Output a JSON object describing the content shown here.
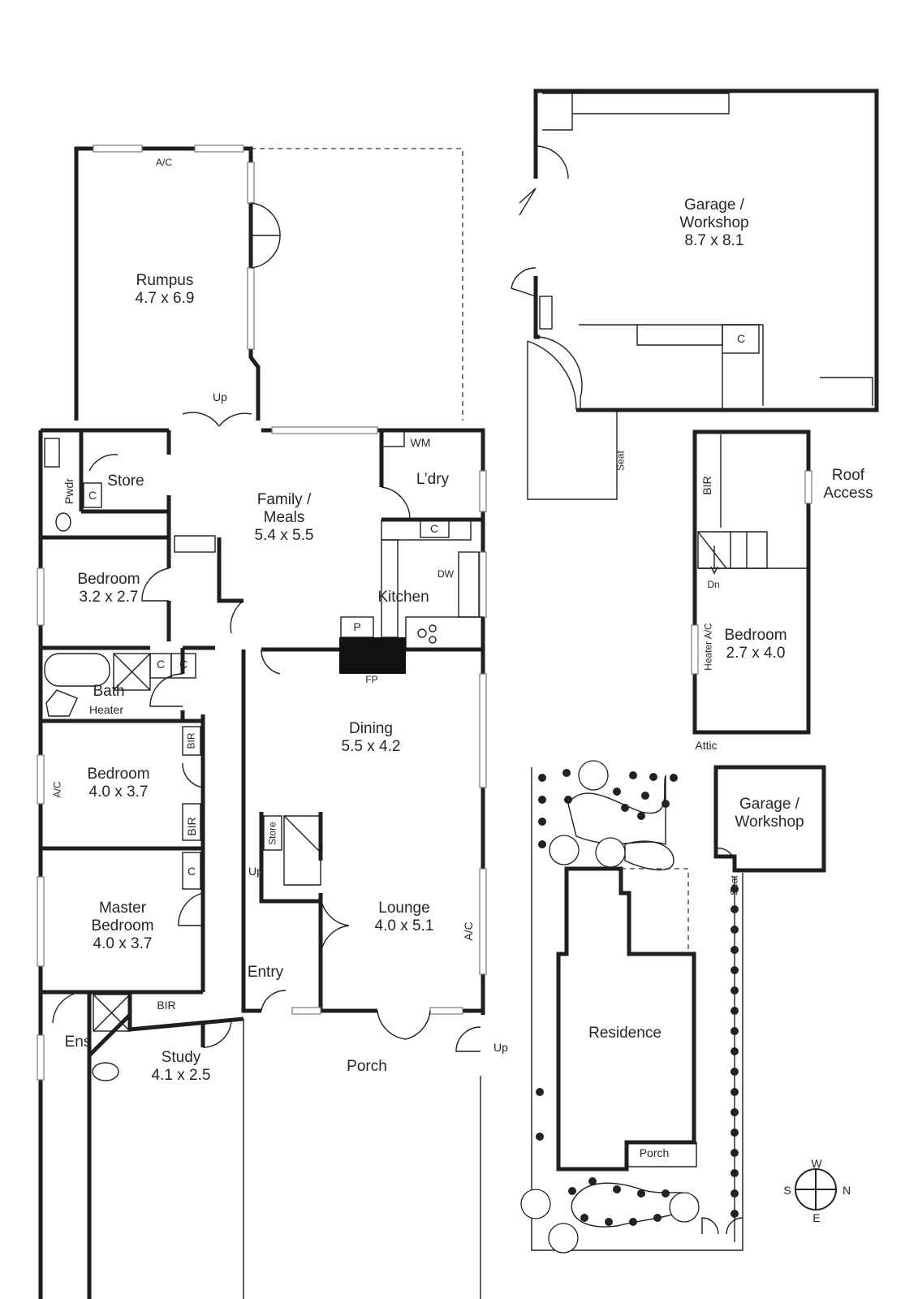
{
  "rooms": {
    "rumpus": {
      "name": "Rumpus",
      "size": "4.7 x 6.9"
    },
    "garage": {
      "name": "Garage /\nWorkshop",
      "size": "8.7 x 8.1"
    },
    "family": {
      "name": "Family /\nMeals",
      "size": "5.4 x 5.5"
    },
    "store": {
      "name": "Store"
    },
    "pwdr": {
      "name": "Pwdr"
    },
    "laundry": {
      "name": "L’dry"
    },
    "wm": {
      "name": "WM"
    },
    "kitchen": {
      "name": "Kitchen"
    },
    "dw": {
      "name": "DW"
    },
    "bedroom1": {
      "name": "Bedroom",
      "size": "3.2 x 2.7"
    },
    "bath": {
      "name": "Bath"
    },
    "heater": {
      "name": "Heater"
    },
    "dining": {
      "name": "Dining",
      "size": "5.5 x 4.2"
    },
    "fp": {
      "name": "FP"
    },
    "pantry": {
      "name": "P"
    },
    "bedroom2": {
      "name": "Bedroom",
      "size": "4.0 x 3.7"
    },
    "master": {
      "name": "Master\nBedroom",
      "size": "4.0 x 3.7"
    },
    "lounge": {
      "name": "Lounge",
      "size": "4.0 x 5.1"
    },
    "entry": {
      "name": "Entry"
    },
    "ens": {
      "name": "Ens"
    },
    "study": {
      "name": "Study",
      "size": "4.1 x 2.5"
    },
    "porch": {
      "name": "Porch"
    },
    "attic_bedroom": {
      "name": "Bedroom",
      "size": "2.7 x 4.0"
    },
    "attic": {
      "name": "Attic"
    },
    "roof_access": {
      "name": "Roof\nAccess"
    },
    "site_garage": {
      "name": "Garage /\nWorkshop"
    },
    "residence": {
      "name": "Residence"
    },
    "site_porch": {
      "name": "Porch"
    }
  },
  "markers": {
    "ac": "A/C",
    "cupboard": "C",
    "bir": "BIR",
    "up": "Up",
    "dn": "Dn",
    "seat": "Seat",
    "store_small": "Store",
    "heater_ac": "Heater A/C"
  },
  "compass": {
    "n": "N",
    "s": "S",
    "e": "E",
    "w": "W"
  }
}
